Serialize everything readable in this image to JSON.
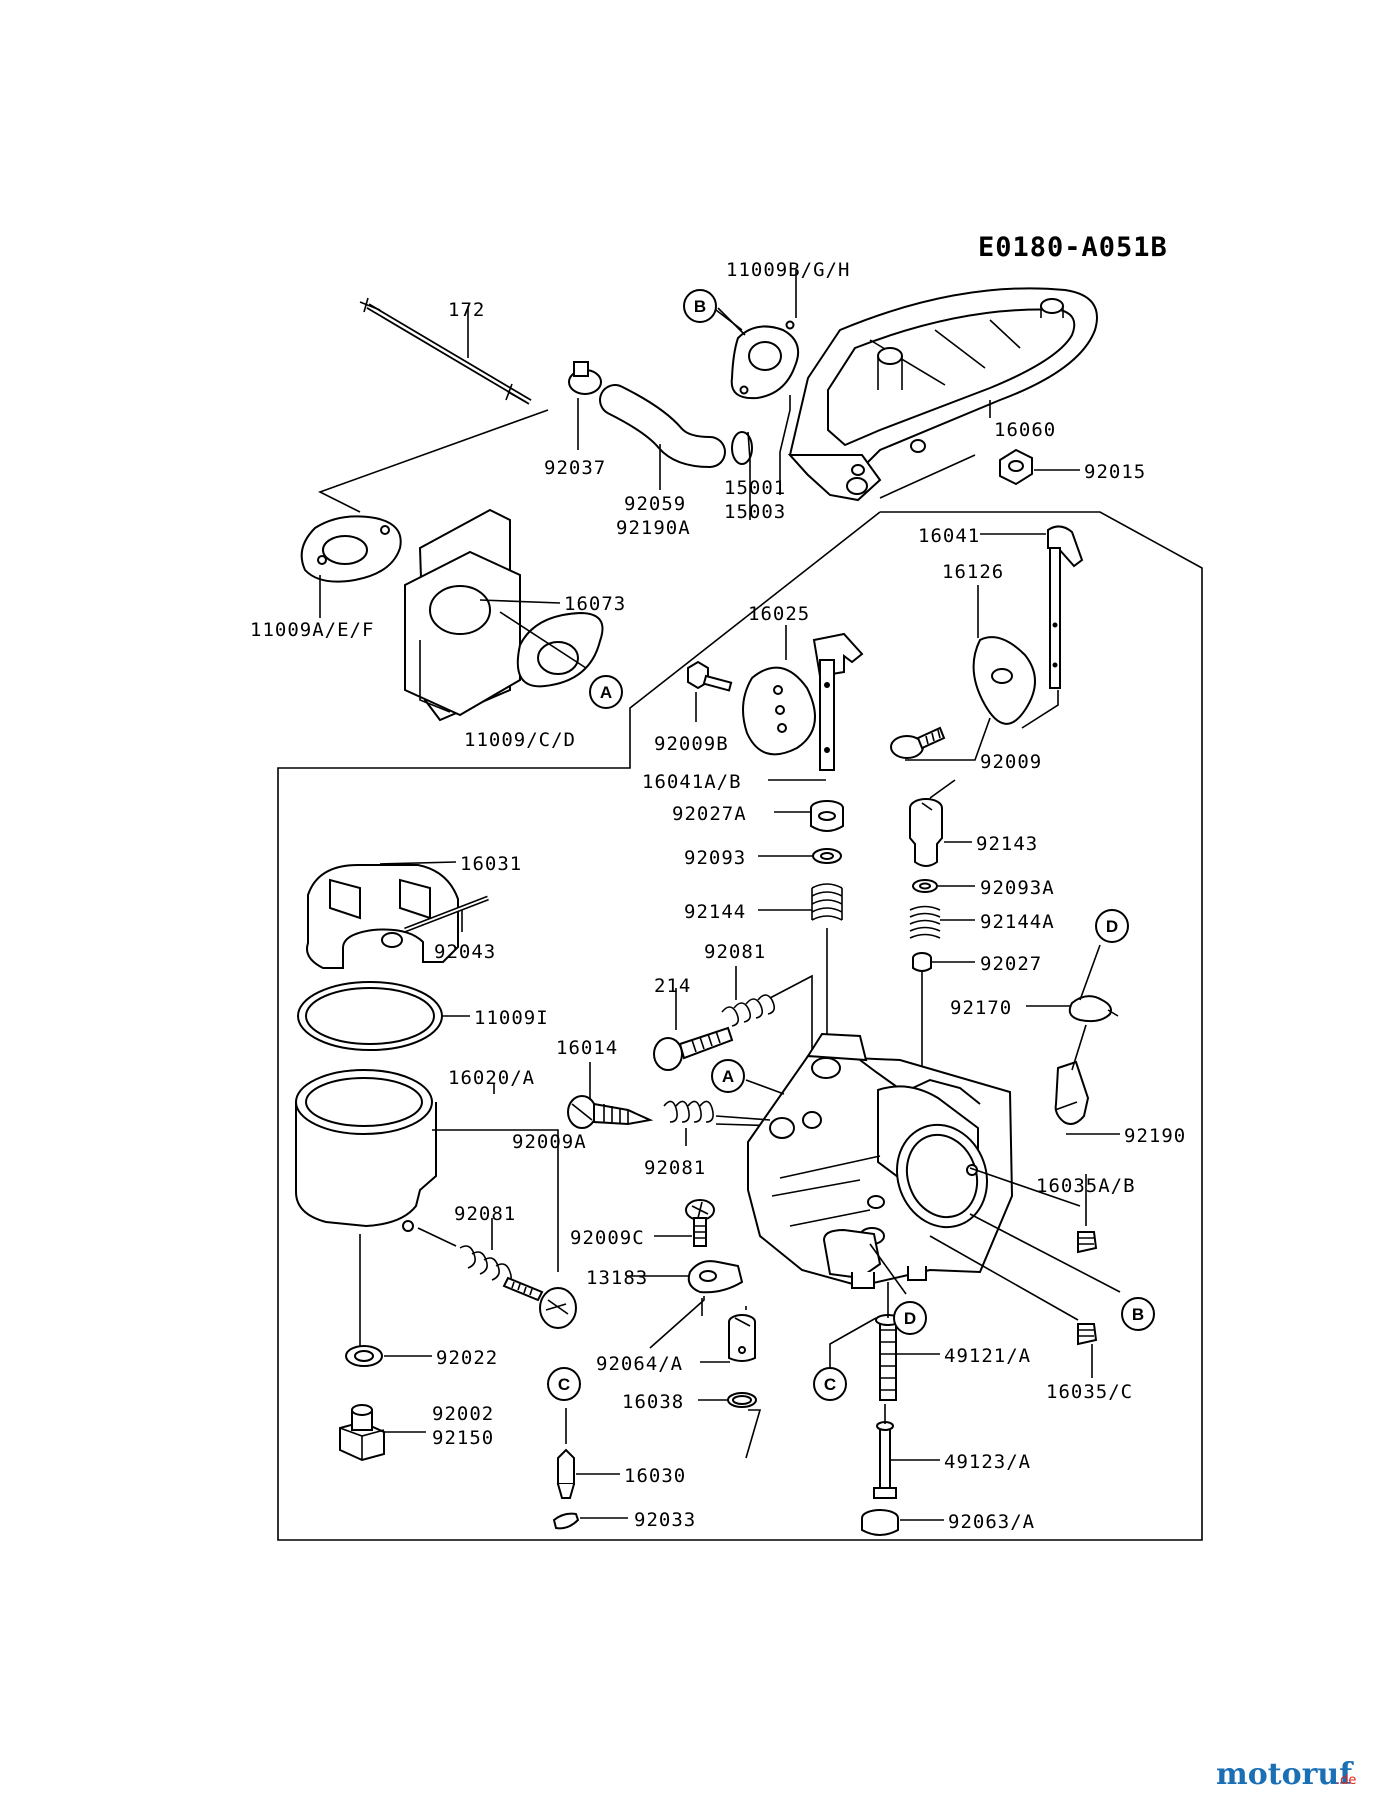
{
  "diagram_code": "E0180-A051B",
  "labels": {
    "l_11009bgh": "11009B/G/H",
    "l_172": "172",
    "l_16060": "16060",
    "l_92015": "92015",
    "l_92037": "92037",
    "l_92059": "92059",
    "l_92190a": "92190A",
    "l_15001": "15001",
    "l_15003": "15003",
    "l_16041": "16041",
    "l_16126": "16126",
    "l_16073": "16073",
    "l_11009aef": "11009A/E/F",
    "l_11009cd": "11009/C/D",
    "l_16025": "16025",
    "l_92009b": "92009B",
    "l_92009": "92009",
    "l_16041ab": "16041A/B",
    "l_92027a": "92027A",
    "l_92143": "92143",
    "l_92093": "92093",
    "l_92093a": "92093A",
    "l_16031": "16031",
    "l_92144": "92144",
    "l_92144a": "92144A",
    "l_92043": "92043",
    "l_92081_top": "92081",
    "l_92027": "92027",
    "l_214": "214",
    "l_92170": "92170",
    "l_11009i": "11009I",
    "l_16014": "16014",
    "l_16020a": "16020/A",
    "l_92190": "92190",
    "l_92009a": "92009A",
    "l_92081_mid": "92081",
    "l_16035ab": "16035A/B",
    "l_92081_low": "92081",
    "l_92009c": "92009C",
    "l_13183": "13183",
    "l_92022": "92022",
    "l_92064a": "92064/A",
    "l_49121a": "49121/A",
    "l_16035c": "16035/C",
    "l_92002": "92002",
    "l_92150": "92150",
    "l_16038": "16038",
    "l_16030": "16030",
    "l_49123a": "49123/A",
    "l_92033": "92033",
    "l_92063a": "92063/A"
  },
  "circles": {
    "c_b_top": "B",
    "c_a_top": "A",
    "c_d_right": "D",
    "c_a_body": "A",
    "c_d_body": "D",
    "c_b_body": "B",
    "c_c_left": "C",
    "c_c_mid": "C"
  },
  "watermark": {
    "text": "motoruf",
    "suffix": ".de",
    "color_main": "#1a6fb5",
    "color_accent": "#e2231a"
  }
}
